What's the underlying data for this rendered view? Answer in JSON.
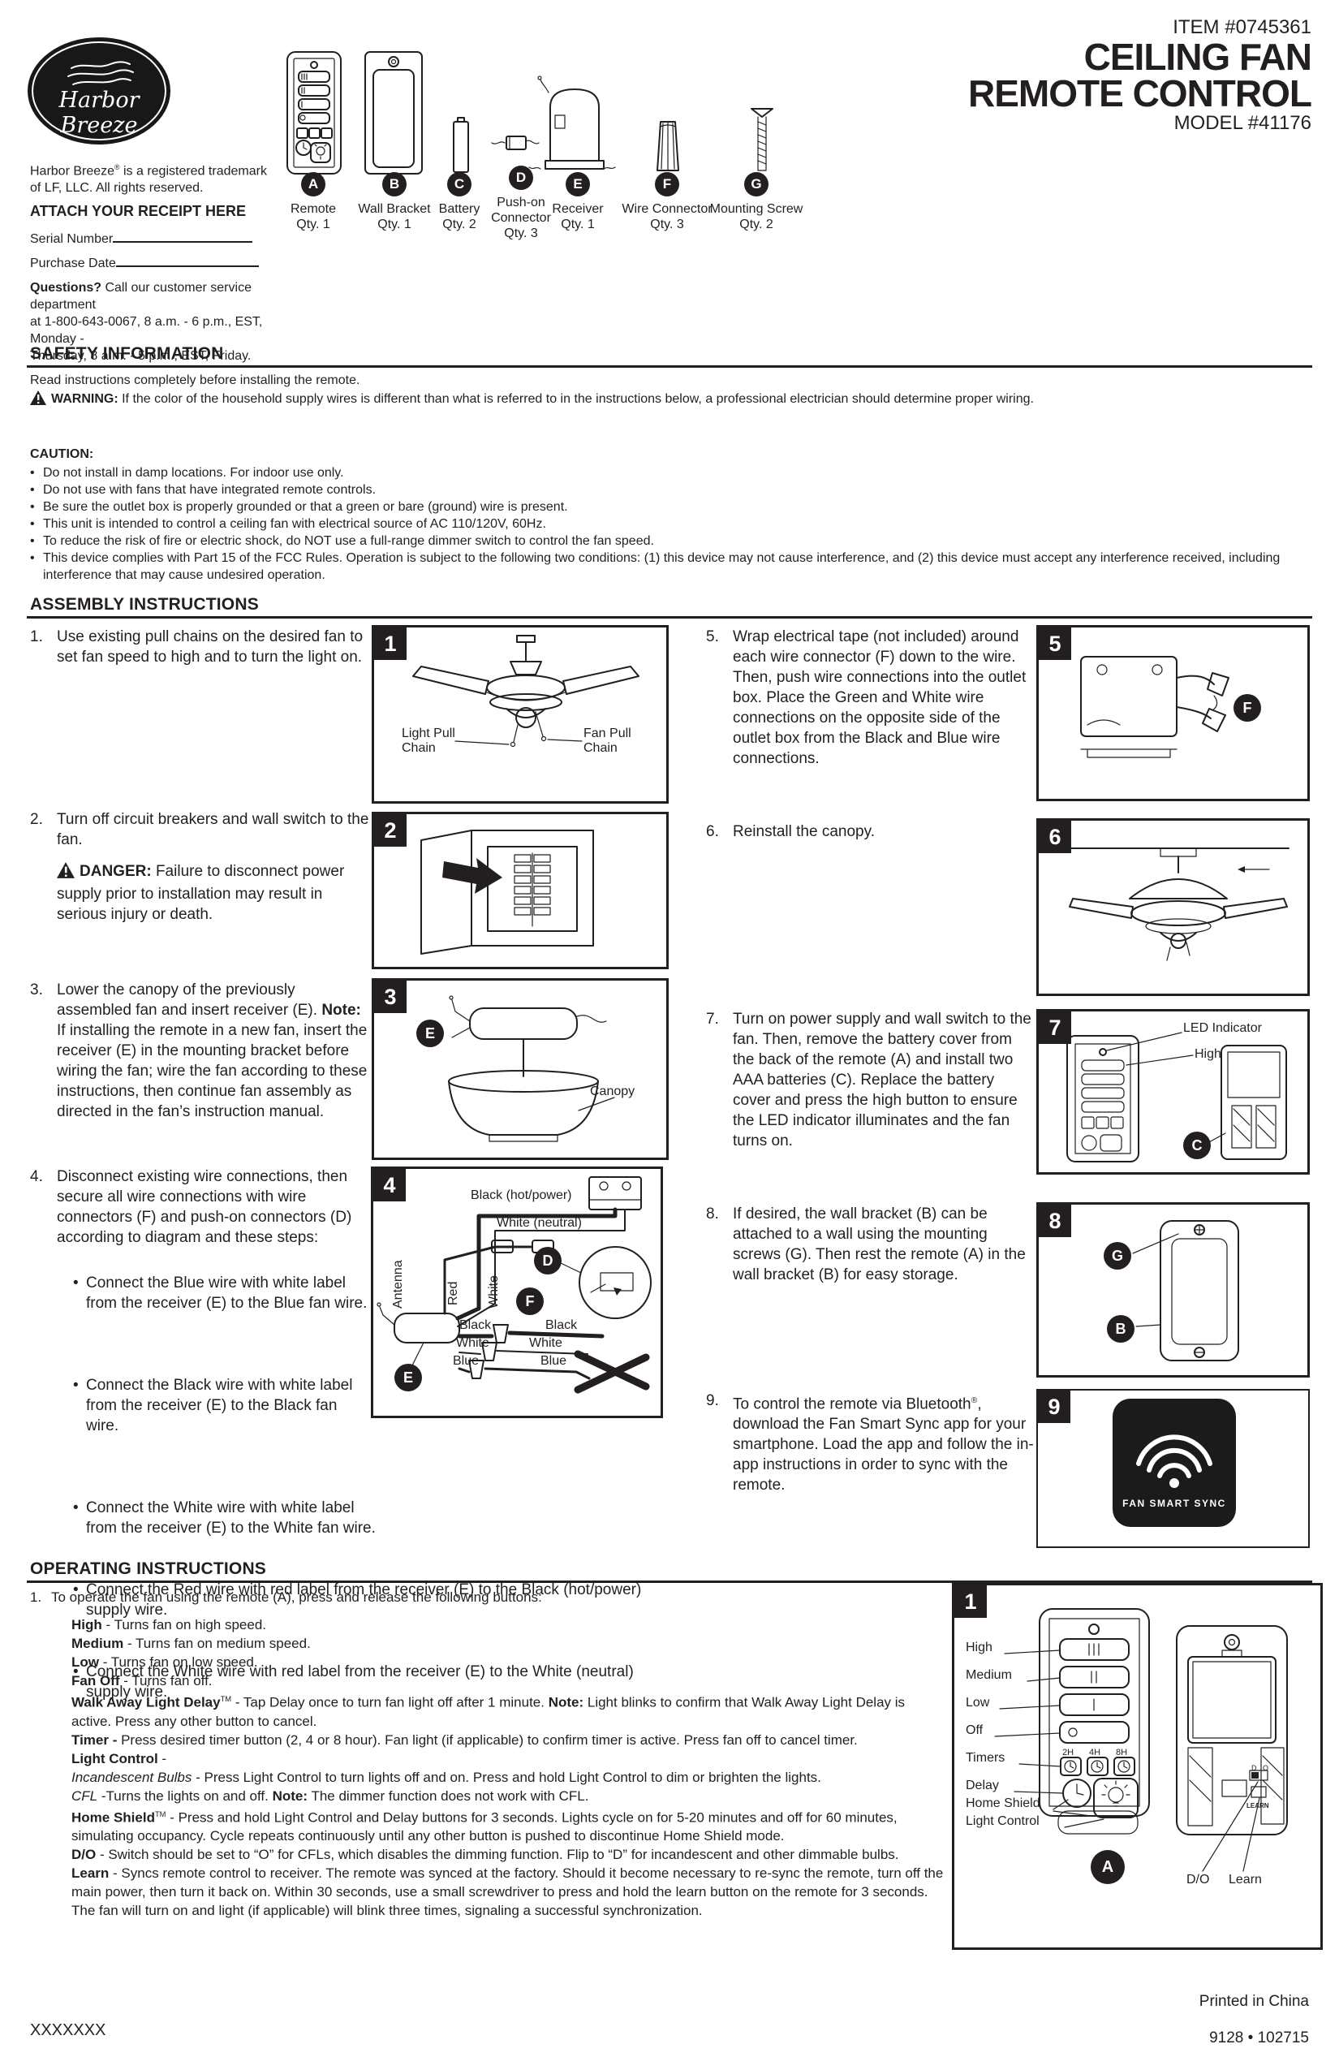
{
  "header": {
    "logo_text": "Harbor Breeze",
    "trademark1": "Harbor Breeze",
    "trademark1_sup": "®",
    "trademark1_rest": " is a registered trademark",
    "trademark2": "of LF, LLC. All rights reserved.",
    "attach_receipt": "ATTACH YOUR RECEIPT HERE",
    "serial_label": "Serial Number",
    "purchase_label": "Purchase Date",
    "questions_bold": "Questions?",
    "questions_line1": " Call our customer service department",
    "questions_line2": "at 1-800-643-0067, 8 a.m. - 6 p.m., EST, Monday -",
    "questions_line3": "Thursday, 8 a.m. - 5 p.m., EST, Friday.",
    "item": "ITEM #0745361",
    "title1": "CEILING FAN",
    "title2": "REMOTE CONTROL",
    "model": "MODEL #41176"
  },
  "parts": [
    {
      "letter": "A",
      "name": "Remote",
      "name2": "",
      "qty": "Qty. 1"
    },
    {
      "letter": "B",
      "name": "Wall Bracket",
      "name2": "",
      "qty": "Qty. 1"
    },
    {
      "letter": "C",
      "name": "Battery",
      "name2": "",
      "qty": "Qty. 2"
    },
    {
      "letter": "D",
      "name": "Push-on",
      "name2": "Connector",
      "qty": "Qty. 3"
    },
    {
      "letter": "E",
      "name": "Receiver",
      "name2": "",
      "qty": "Qty. 1"
    },
    {
      "letter": "F",
      "name": "Wire Connector",
      "name2": "",
      "qty": "Qty. 3"
    },
    {
      "letter": "G",
      "name": "Mounting Screw",
      "name2": "",
      "qty": "Qty. 2"
    }
  ],
  "safety": {
    "title": "SAFETY INFORMATION",
    "intro": "Read instructions completely before installing the remote.",
    "warning_label": "WARNING:",
    "warning_text": " If the color of the household supply wires is different than what is referred to in the instructions below, a professional electrician should determine proper wiring.",
    "caution_label": "CAUTION:",
    "bullets": [
      "Do not install in damp locations. For indoor use only.",
      "Do not use with fans that have integrated remote controls.",
      "Be sure the outlet box is properly grounded or that a green or bare (ground) wire is present.",
      "This unit is intended to control a ceiling fan with electrical source of AC 110/120V, 60Hz.",
      "To reduce the risk of fire or electric shock, do NOT use a full-range dimmer switch to control the fan speed.",
      "This device complies with Part 15 of the FCC Rules. Operation is subject to the following two conditions: (1) this device may not cause interference, and (2) this device must accept any interference received, including interference that may cause undesired operation."
    ]
  },
  "assembly": {
    "title": "ASSEMBLY INSTRUCTIONS",
    "step1": {
      "num": "1.",
      "text": "Use existing pull chains on the desired fan to set fan speed to high and to turn the light on."
    },
    "step2": {
      "num": "2.",
      "text": "Turn off circuit breakers and wall switch to the fan.",
      "danger_label": "DANGER:",
      "danger_text": " Failure to disconnect power supply prior to installation may result in serious injury or death."
    },
    "step3": {
      "num": "3.",
      "text": "Lower the canopy of the previously assembled fan and insert receiver (E). ",
      "note_label": "Note:",
      "note_text": "  If installing the remote in a new fan, insert the receiver (E) in the mounting bracket before wiring the fan; wire the fan according to these instructions, then continue fan assembly as directed in the fan’s instruction manual."
    },
    "step4": {
      "num": "4.",
      "text": "Disconnect existing wire connections, then secure all wire connections with wire connectors (F) and push-on connectors (D) according to diagram and these steps:",
      "bullets": [
        "Connect the Blue wire with white label from the receiver (E) to the Blue fan wire.",
        "Connect the Black wire with white label from the receiver (E) to the Black fan wire.",
        "Connect the White wire with white label from the receiver (E) to the White fan wire.",
        "Connect the Red wire with red label from the receiver (E) to the Black (hot/power) supply wire.",
        "Connect the White wire with red label from the receiver (E) to the White (neutral) supply wire."
      ]
    },
    "step5": {
      "num": "5.",
      "text": "Wrap electrical tape (not included) around each wire connector (F) down to the wire. Then, push wire connections into the outlet box. Place the Green and White wire connections on the opposite side of the outlet box from the Black and Blue wire connections."
    },
    "step6": {
      "num": "6.",
      "text": "Reinstall the canopy."
    },
    "step7": {
      "num": "7.",
      "text": "Turn on power supply and wall switch to the fan. Then, remove the battery cover from the back of the remote (A) and install two AAA batteries (C). Replace the battery cover and press the high button to ensure the LED indicator illuminates and the fan turns on."
    },
    "step8": {
      "num": "8.",
      "text": "If desired, the wall bracket (B) can be attached to a wall using the mounting screws (G). Then rest the remote (A) in the wall bracket (B) for easy storage."
    },
    "step9": {
      "num": "9.",
      "text_pre": "To control the remote via Bluetooth",
      "text_sup": "®",
      "text_post": ", download the Fan Smart Sync app for your smartphone. Load the app and follow the in-app instructions in order to sync with the remote."
    }
  },
  "figures": {
    "fig1": {
      "num": "1",
      "label_light": "Light Pull",
      "label_light2": "Chain",
      "label_fan": "Fan Pull",
      "label_fan2": "Chain"
    },
    "fig2": {
      "num": "2"
    },
    "fig3": {
      "num": "3",
      "callout": "E",
      "canopy": "Canopy"
    },
    "fig4": {
      "num": "4",
      "black_hot": "Black (hot/power)",
      "white_neutral": "White (neutral)",
      "antenna": "Antenna",
      "red": "Red",
      "white": "White",
      "black1": "Black",
      "black2": "Black",
      "white1": "White",
      "white2": "White",
      "blue1": "Blue",
      "blue2": "Blue",
      "callout_d": "D",
      "callout_f": "F",
      "callout_e": "E"
    },
    "fig5": {
      "num": "5",
      "callout": "F"
    },
    "fig6": {
      "num": "6"
    },
    "fig7": {
      "num": "7",
      "led": "LED Indicator",
      "high": "High",
      "callout": "C"
    },
    "fig8": {
      "num": "8",
      "callout_g": "G",
      "callout_b": "B"
    },
    "fig9": {
      "num": "9",
      "logo_text": "FAN SMART SYNC"
    },
    "op1": {
      "num": "1",
      "labels": [
        "High",
        "Medium",
        "Low",
        "Off",
        "Timers",
        "Delay",
        "Home Shield",
        "Light Control"
      ],
      "timer_labels": [
        "2H",
        "4H",
        "8H"
      ],
      "do_d": "D",
      "do_o": "O",
      "learn_small": "LEARN",
      "do_label": "D/O",
      "learn_label": "Learn",
      "callout": "A"
    }
  },
  "operating": {
    "title": "OPERATING INSTRUCTIONS",
    "lead_num": "1.",
    "lead": "To operate the fan using the remote (A), press and release the following buttons:",
    "lines": [
      {
        "b": "High",
        "t": " - Turns fan on high speed."
      },
      {
        "b": "Medium",
        "t": " - Turns fan on medium speed."
      },
      {
        "b": "Low",
        "t": " - Turns fan on low speed."
      },
      {
        "b": "Fan Off",
        "t": " - Turns fan off."
      },
      {
        "b": "Walk Away Light Delay",
        "sup": "TM",
        "t": " - Tap Delay once to turn fan light off after 1 minute. ",
        "b2": "Note:",
        "t2": " Light blinks to confirm that Walk Away Light Delay is active. Press any other button to cancel."
      },
      {
        "b": "Timer -",
        "t": " Press desired timer button (2, 4 or 8 hour). Fan light (if applicable) to confirm timer is active. Press fan off to cancel timer."
      },
      {
        "b": "Light Control",
        "t": " -"
      },
      {
        "i": "Incandescent Bulbs",
        "t": " - Press Light Control to turn lights off and on. Press and hold Light Control to dim or brighten the lights."
      },
      {
        "i": "CFL",
        "t": " -Turns the lights on and off. ",
        "b2": "Note:",
        "t2": " The dimmer function does not work with CFL."
      },
      {
        "b": "Home Shield",
        "sup": "TM",
        "t": " - Press and hold Light Control and Delay buttons for 3 seconds. Lights cycle on for 5-20 minutes and off for 60 minutes, simulating occupancy. Cycle repeats continuously until any other button is pushed to discontinue Home Shield mode."
      },
      {
        "b": "D/O",
        "t": " - Switch should be set to “O” for CFLs, which disables the dimming function. Flip to “D” for incandescent and other dimmable bulbs."
      },
      {
        "b": "Learn",
        "t": " - Syncs remote control to receiver. The remote was synced at the factory. Should it become necessary to re-sync the remote, turn off the main power, then turn it back on. Within 30 seconds, use a small screwdriver to press and hold the learn button on the remote for 3 seconds. The fan will turn on and light (if applicable) will blink three times, signaling a successful synchronization."
      }
    ]
  },
  "footer": {
    "left": "XXXXXXX",
    "right1": "Printed in China",
    "right2": "9128 • 102715"
  }
}
